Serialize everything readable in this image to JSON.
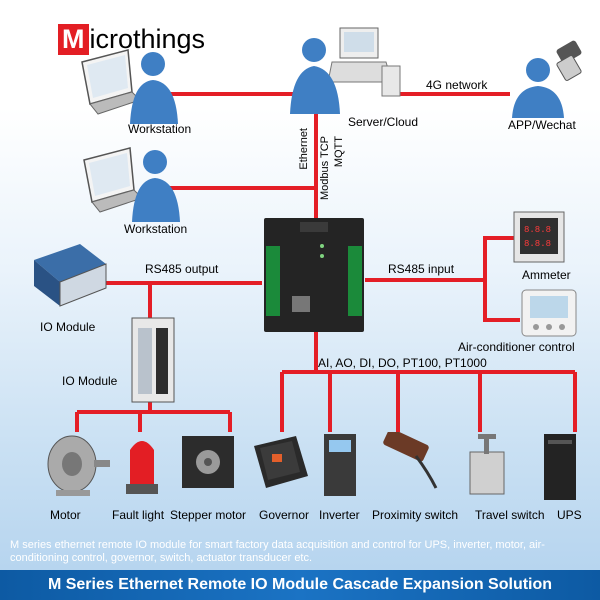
{
  "brand": {
    "logo_letter": "M",
    "logo_rest": "icrothings"
  },
  "nodes": {
    "workstation_top": "Workstation",
    "workstation_mid": "Workstation",
    "server": "Server/Cloud",
    "app": "APP/Wechat",
    "io_module_1": "IO Module",
    "io_module_2": "IO Module",
    "ammeter": "Ammeter",
    "aircon": "Air-conditioner control"
  },
  "links": {
    "network_4g": "4G network",
    "ethernet": "Ethernet",
    "modbus": "Modbus TCP",
    "mqtt": "MQTT",
    "rs485_output": "RS485 output",
    "rs485_input": "RS485 input",
    "io_types": "AI, AO, DI, DO, PT100, PT1000"
  },
  "devices": [
    "Motor",
    "Fault light",
    "Stepper motor",
    "Governor",
    "Inverter",
    "Proximity switch",
    "Travel switch",
    "UPS"
  ],
  "caption": "M series ethernet remote IO module for smart factory data acquisition and control for UPS, inverter, motor, air-conditioning control, governor, switch, actuator transducer etc.",
  "title": "M Series Ethernet Remote IO Module Cascade Expansion Solution",
  "colors": {
    "wire": "#e41e26",
    "person": "#3f7fc4",
    "brand": "#e31e24",
    "banner": "#1b73c4"
  }
}
